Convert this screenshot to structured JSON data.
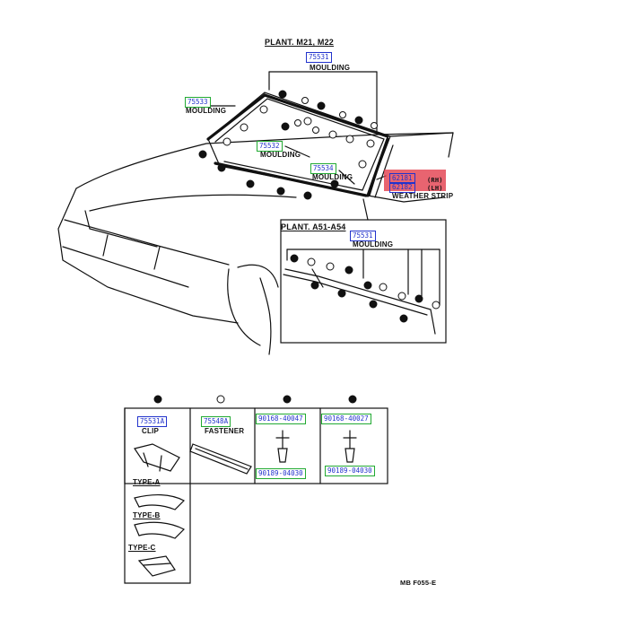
{
  "titles": {
    "plant_m21": "PLANT. M21, M22",
    "plant_a51": "PLANT. A51-A54"
  },
  "parts": {
    "p75531_top": "75531",
    "p75533": "75533",
    "p75532": "75532",
    "p75534": "75534",
    "p62181": "62181",
    "p62182": "62182",
    "p75531_inset": "75531",
    "p75531a": "75531A",
    "p75548a": "75548A",
    "p90168_a": "90168-40047",
    "p90189_a": "90189-04030",
    "p90168_b": "90168-40027",
    "p90189_b": "90189-04030"
  },
  "labels": {
    "moulding": "MOULDING",
    "rh": "(RH)",
    "lh": "(LH)",
    "weather_strip": "WEATHER STRIP",
    "clip": "CLIP",
    "fastener": "FASTENER",
    "type_a": "TYPE-A",
    "type_b": "TYPE-B",
    "type_c": "TYPE-C",
    "figure_code": "MB F055-E"
  },
  "colors": {
    "blue_box": "#2233cc",
    "green_box": "#22aa33",
    "highlight": "#e03040"
  }
}
